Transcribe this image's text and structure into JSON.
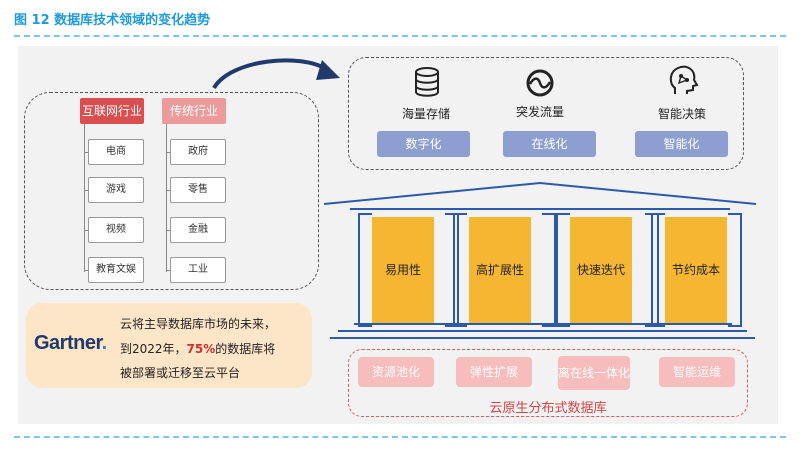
{
  "figure": {
    "title": "图 12  数据库技术领域的变化趋势"
  },
  "industries": {
    "internet": {
      "label": "互联网行业",
      "items": [
        "电商",
        "游戏",
        "视频",
        "教育文娱"
      ]
    },
    "traditional": {
      "label": "传统行业",
      "items": [
        "政府",
        "零售",
        "金融",
        "工业"
      ]
    }
  },
  "gartner": {
    "logo": "Gartner",
    "line1": "云将主导数据库市场的未来，",
    "line2_prefix": "到2022年，",
    "line2_highlight": "75%",
    "line2_suffix": "的数据库将",
    "line3": "被部署或迁移至云平台"
  },
  "capabilities": [
    {
      "icon": "database-icon",
      "label": "海量存储",
      "tag": "数字化"
    },
    {
      "icon": "wave-icon",
      "label": "突发流量",
      "tag": "在线化"
    },
    {
      "icon": "ai-head-icon",
      "label": "智能决策",
      "tag": "智能化"
    }
  ],
  "pillars": [
    "易用性",
    "高扩展性",
    "快速迭代",
    "节约成本"
  ],
  "cloud_native": {
    "label": "云原生分布式数据库",
    "features": [
      "资源池化",
      "弹性扩展",
      "离在线一体化",
      "智能运维"
    ]
  },
  "colors": {
    "title": "#1f9bd7",
    "internet_head": "#d94f4f",
    "traditional_head": "#ec9b9b",
    "capability_tag": "#8c9fd0",
    "pillar": "#f5b731",
    "temple": "#2b5aa8",
    "cloud_tag": "#f7bcbc",
    "cloud_label": "#d64545",
    "gartner_bg": "#fde5c8"
  }
}
